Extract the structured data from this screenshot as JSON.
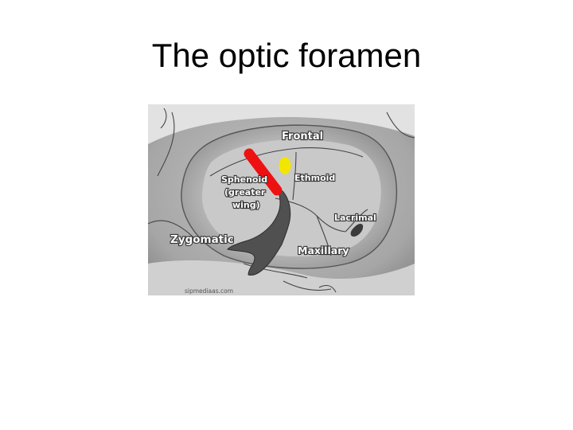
{
  "slide": {
    "title": "The optic foramen"
  },
  "figure": {
    "labels": {
      "frontal": "Frontal",
      "ethmoid": "Ethmoid",
      "sphenoid_line1": "Sphenoid",
      "sphenoid_line2": "(greater",
      "sphenoid_line3": "wing)",
      "lacrimal": "Lacrimal",
      "zygomatic": "Zygomatic",
      "maxillary": "Maxillary"
    },
    "watermark": "sipmediaas.com",
    "colors": {
      "marker_red": "#ee1111",
      "marker_yellow": "#f2e600",
      "fissure": "#505050",
      "bone_light": "#e8e8e8",
      "bone_mid": "#bdbdbd",
      "bone_dark": "#8a8a8a"
    }
  }
}
